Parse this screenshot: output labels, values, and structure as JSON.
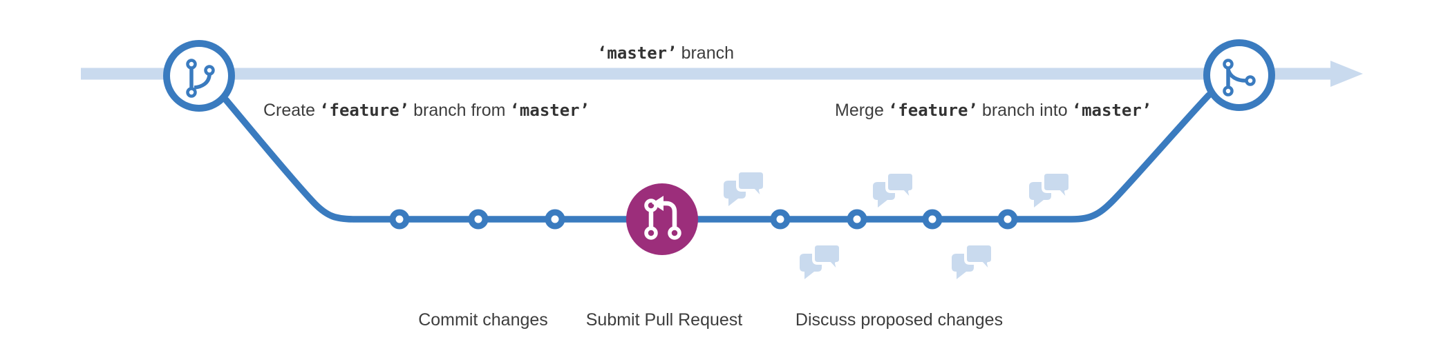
{
  "title": "GitHub Flow branching diagram",
  "colors": {
    "blue": "#3a7bbf",
    "light_blue": "#c9daee",
    "magenta": "#9c2e7b",
    "text": "#3d3d3d"
  },
  "labels": {
    "master": {
      "code": "‘master’",
      "rest": "branch"
    },
    "create": {
      "prefix": "Create",
      "code1": "‘feature’",
      "middle": "branch from",
      "code2": "‘master’"
    },
    "merge": {
      "prefix": "Merge",
      "code1": "‘feature’",
      "middle": "branch into",
      "code2": "‘master’"
    },
    "commit_changes": "Commit changes",
    "submit_pull_request": "Submit Pull Request",
    "discuss_proposed_changes": "Discuss proposed changes"
  },
  "icons": {
    "branch_point": "git-branch-icon",
    "merge_point": "git-merge-icon",
    "pull_request": "git-pull-request-icon",
    "discussion": "comment-discussion-icon",
    "master_arrow": "arrow-right"
  },
  "structure": {
    "master_branch": {
      "direction": "left-to-right",
      "style": "thick light blue line with arrowhead"
    },
    "feature_branch": {
      "commit_count": 7,
      "commits_before_pull_request": 3,
      "commits_after_pull_request": 4
    },
    "pull_request_node": {
      "position": "center of feature branch"
    },
    "discussion_bubbles": {
      "above_line": 3,
      "below_line": 2
    }
  }
}
